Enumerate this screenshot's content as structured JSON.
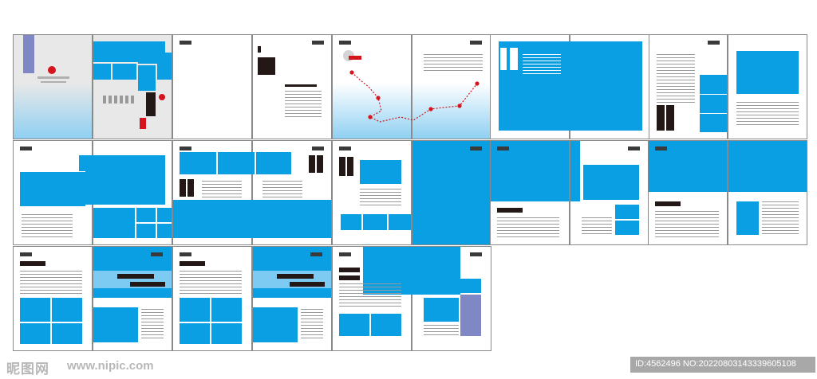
{
  "watermark": {
    "logo": "昵图网",
    "url": "www.nipic.com",
    "id_text": "ID:4562496 NO:20220803143339605108"
  },
  "colors": {
    "blue": "#0a9ee2",
    "light_blue": "#7dcbf2",
    "dark": "#231815",
    "red": "#d6141e",
    "slate": "#7f88c4",
    "gray_panel": "#e8e8e8",
    "border": "#8a8a8a"
  },
  "layout_grid": {
    "rows": 3,
    "pages_per_row": [
      10,
      10,
      6
    ],
    "description_icons": [
      "route-map-icon"
    ]
  }
}
